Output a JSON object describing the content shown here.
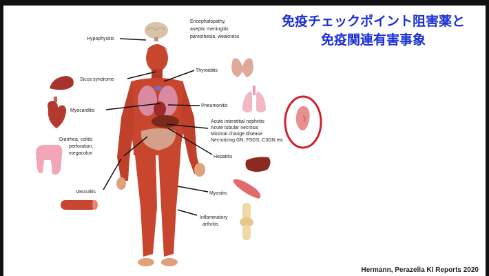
{
  "title": {
    "line1": "免疫チェックポイント阻害薬と",
    "line2": "免疫関連有害事象"
  },
  "labels": {
    "hypophysitis": "Hypophysitis",
    "encephalopathy_1": "Encephalopathy,",
    "encephalopathy_2": "aseptic meningitis",
    "encephalopathy_3": "paresthesia, weakness",
    "sicca": "Sicca syndrome",
    "thyroiditis": "Thyroiditis",
    "myocarditis": "Myocarditis",
    "pneumonitis": "Pneumonitis",
    "kidney_1": "Acute interstitial nephritis",
    "kidney_2": "Acute tubular necrosis",
    "kidney_3": "Minimal change disease",
    "kidney_4": "Necrotizing GN, FSGS, C3GN etc",
    "colitis_1": "Diarrhea, colitis",
    "colitis_2": "perforation,",
    "colitis_3": "megacolon",
    "hepatitis": "Hepatitis",
    "vasculitis": "Vasculitis",
    "myositis": "Myositis",
    "arthritis_1": "Inflammatory",
    "arthritis_2": "arthritis"
  },
  "citation": "Hermann, Perazella KI Reports 2020",
  "colors": {
    "title": "#1a2fd6",
    "muscle": "#c8452e",
    "highlight_circle": "#d21f2a"
  }
}
